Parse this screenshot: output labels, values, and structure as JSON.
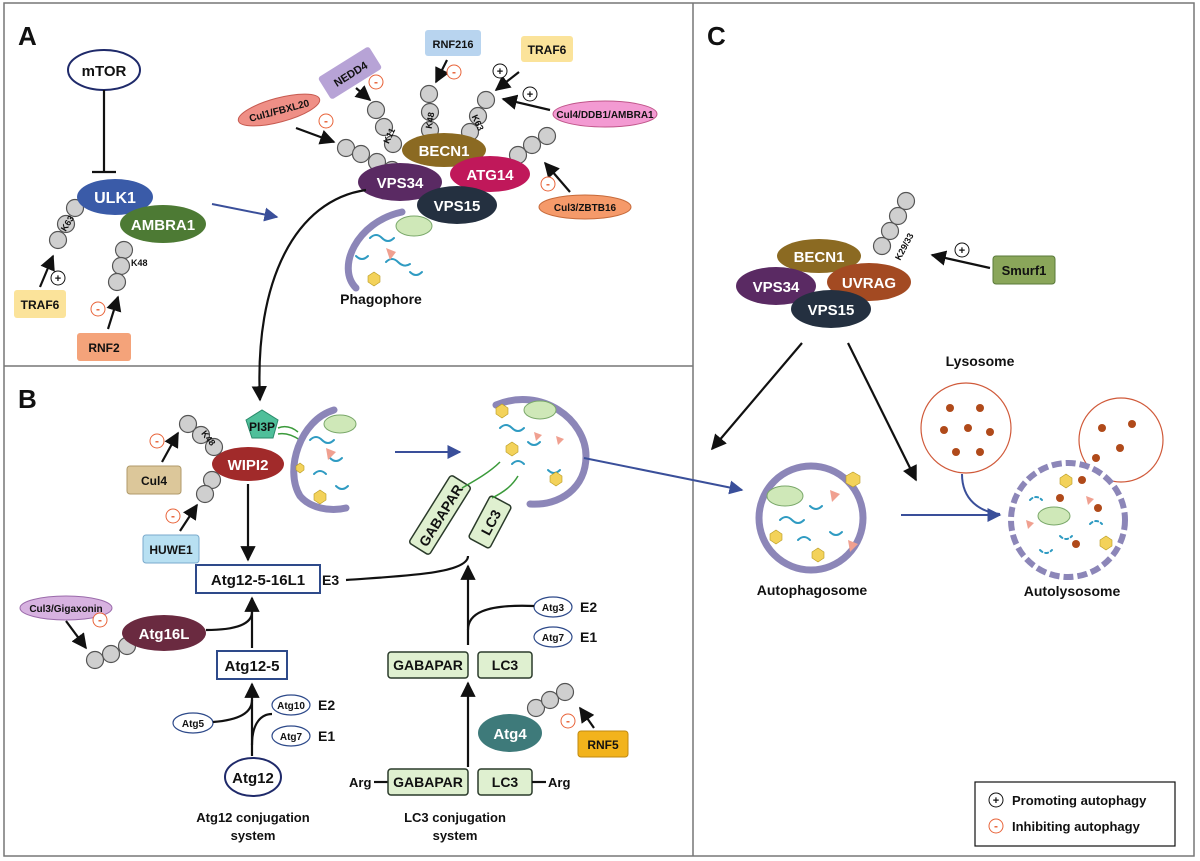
{
  "panels": {
    "a": "A",
    "b": "B",
    "c": "C"
  },
  "proteins": {
    "mtor": "mTOR",
    "ulk1": "ULK1",
    "ambra1": "AMBRA1",
    "traf6": "TRAF6",
    "rnf2": "RNF2",
    "nedd4": "NEDD4",
    "rnf216": "RNF216",
    "cul1_fbxl20": "Cul1/FBXL20",
    "cul4_ddb1_ambra1": "Cul4/DDB1/AMBRA1",
    "cul3_zbtb16": "Cul3/ZBTB16",
    "becn1": "BECN1",
    "vps34": "VPS34",
    "atg14": "ATG14",
    "vps15": "VPS15",
    "uvrag": "UVRAG",
    "smurf1": "Smurf1",
    "pi3p": "PI3P",
    "wipi2": "WIPI2",
    "cul4": "Cul4",
    "huwe1": "HUWE1",
    "cul3_gigaxonin": "Cul3/Gigaxonin",
    "atg16l": "Atg16L",
    "atg12_5_16l1": "Atg12-5-16L1",
    "atg12_5": "Atg12-5",
    "atg5": "Atg5",
    "atg10": "Atg10",
    "atg7": "Atg7",
    "atg12": "Atg12",
    "atg3": "Atg3",
    "gabapar": "GABAPAR",
    "lc3": "LC3",
    "atg4": "Atg4",
    "rnf5": "RNF5",
    "arg": "Arg"
  },
  "linkages": {
    "k63": "K63",
    "k48": "K48",
    "k11": "K11",
    "k29_33": "K29/33"
  },
  "enzymes": {
    "e1": "E1",
    "e2": "E2",
    "e3": "E3"
  },
  "signs": {
    "plus": "+",
    "minus": "-"
  },
  "structures": {
    "phagophore": "Phagophore",
    "lysosome": "Lysosome",
    "autophagosome": "Autophagosome",
    "autolysosome": "Autolysosome"
  },
  "systems": {
    "atg12_line1": "Atg12 conjugation",
    "atg12_line2": "system",
    "lc3_line1": "LC3 conjugation",
    "lc3_line2": "system"
  },
  "legend": {
    "promoting": "Promoting autophagy",
    "inhibiting": "Inhibiting autophagy"
  },
  "colors": {
    "ulk1": "#3a5ba8",
    "ambra1": "#4d7a34",
    "becn1": "#8b6a22",
    "vps34": "#5a2a63",
    "atg14": "#c0185a",
    "vps15": "#243040",
    "uvrag": "#a34a22",
    "wipi2": "#a12a2a",
    "atg16l": "#6a2a40",
    "atg4": "#3e7a7a",
    "pi3p": "#4fbf9a",
    "smurf1": "#8aa65a",
    "traf6": "#fbe39a",
    "rnf2": "#f4a37a",
    "nedd4": "#b7a3d6",
    "rnf216": "#b8d4ef",
    "cul1_fbxl20": "#ef8f86",
    "cul4_ddb1_ambra1": "#f39ad2",
    "cul3_zbtb16": "#f59a6a",
    "cul4": "#dcc79a",
    "huwe1": "#b8e0f2",
    "cul3_gigaxonin": "#d7b2e0",
    "rnf5": "#f2b31c",
    "lc3_box": "#dff0d0",
    "minus": "#e8643a"
  }
}
